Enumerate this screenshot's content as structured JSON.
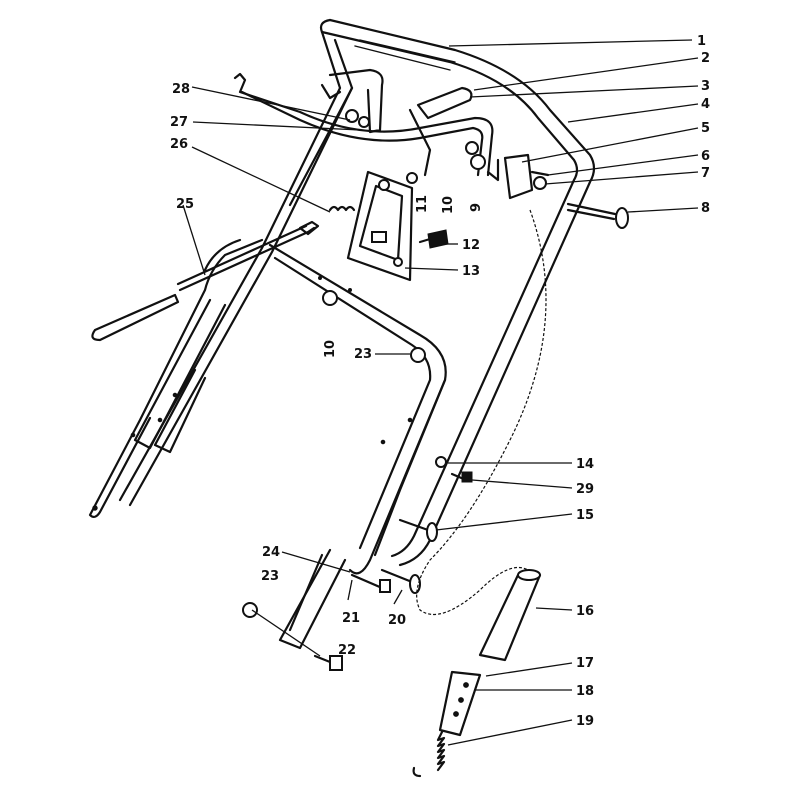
{
  "callouts": [
    {
      "id": "c1",
      "text": "1"
    },
    {
      "id": "c2",
      "text": "2"
    },
    {
      "id": "c3",
      "text": "3"
    },
    {
      "id": "c4",
      "text": "4"
    },
    {
      "id": "c5",
      "text": "5"
    },
    {
      "id": "c6",
      "text": "6"
    },
    {
      "id": "c7",
      "text": "7"
    },
    {
      "id": "c8",
      "text": "8"
    },
    {
      "id": "c9",
      "text": "9"
    },
    {
      "id": "c10a",
      "text": "10"
    },
    {
      "id": "c10b",
      "text": "10"
    },
    {
      "id": "c11",
      "text": "11"
    },
    {
      "id": "c12",
      "text": "12"
    },
    {
      "id": "c13",
      "text": "13"
    },
    {
      "id": "c14",
      "text": "14"
    },
    {
      "id": "c15",
      "text": "15"
    },
    {
      "id": "c16",
      "text": "16"
    },
    {
      "id": "c17",
      "text": "17"
    },
    {
      "id": "c18",
      "text": "18"
    },
    {
      "id": "c19",
      "text": "19"
    },
    {
      "id": "c20",
      "text": "20"
    },
    {
      "id": "c21",
      "text": "21"
    },
    {
      "id": "c22",
      "text": "22"
    },
    {
      "id": "c23a",
      "text": "23"
    },
    {
      "id": "c23b",
      "text": "23"
    },
    {
      "id": "c24",
      "text": "24"
    },
    {
      "id": "c25",
      "text": "25"
    },
    {
      "id": "c26",
      "text": "26"
    },
    {
      "id": "c27",
      "text": "27"
    },
    {
      "id": "c28",
      "text": "28"
    },
    {
      "id": "c29",
      "text": "29"
    }
  ],
  "colors": {
    "ink": "#111111",
    "paper": "#ffffff"
  }
}
